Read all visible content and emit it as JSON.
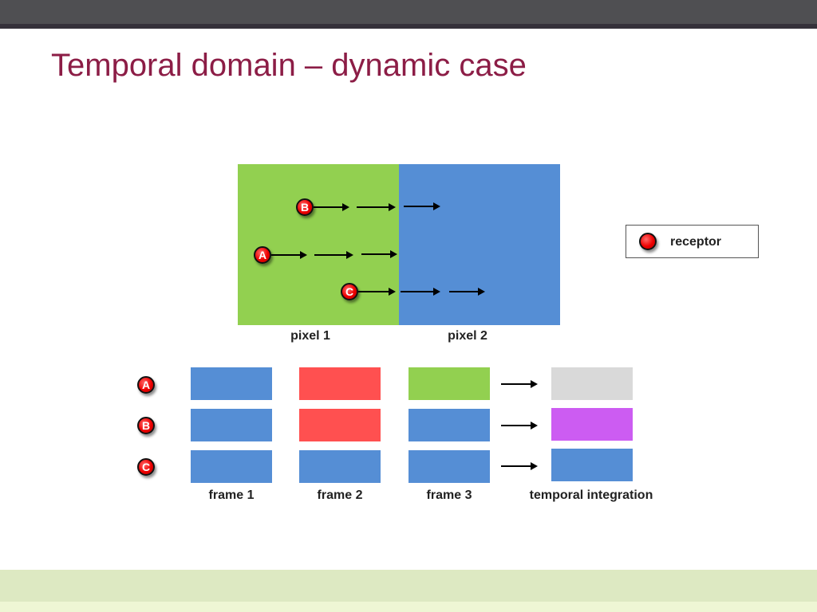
{
  "slide": {
    "title": "Temporal domain – dynamic case"
  },
  "colors": {
    "green": "#92d050",
    "blue": "#558ed5",
    "red": "#ff5050",
    "gray": "#d9d9d9",
    "magenta": "#cc5cf2",
    "receptor": "#e00000",
    "title": "#8c1d46"
  },
  "pixels": [
    {
      "label": "pixel 1",
      "color": "#92d050"
    },
    {
      "label": "pixel 2",
      "color": "#558ed5"
    }
  ],
  "receptors": {
    "a": "A",
    "b": "B",
    "c": "C"
  },
  "legend": {
    "label": "receptor"
  },
  "frame_labels": [
    "frame 1",
    "frame 2",
    "frame 3",
    "temporal integration"
  ],
  "grid": {
    "rows": [
      {
        "label": "A",
        "cells": [
          "#558ed5",
          "#ff5050",
          "#92d050"
        ],
        "result": "#d9d9d9"
      },
      {
        "label": "B",
        "cells": [
          "#558ed5",
          "#ff5050",
          "#558ed5"
        ],
        "result": "#cc5cf2"
      },
      {
        "label": "C",
        "cells": [
          "#558ed5",
          "#558ed5",
          "#558ed5"
        ],
        "result": "#558ed5"
      }
    ]
  }
}
